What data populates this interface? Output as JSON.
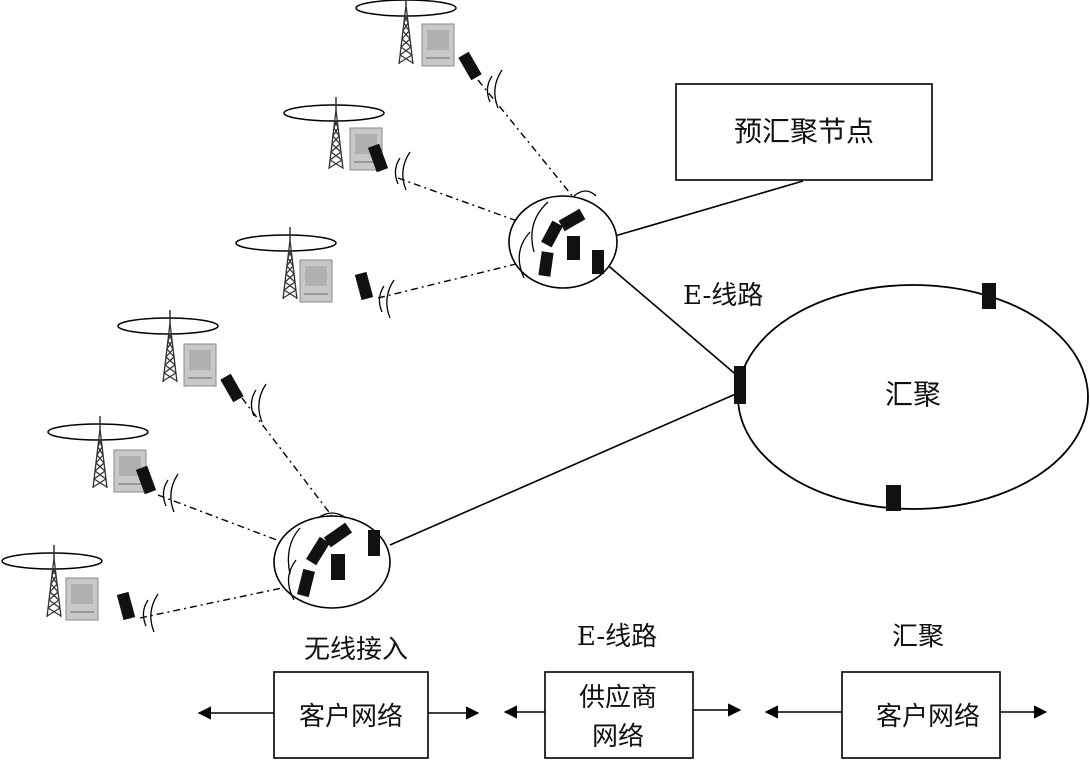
{
  "diagram": {
    "pre_aggregation_node_label": "预汇聚节点",
    "e_line_label": "E-线路",
    "aggregation_ring_label": "汇聚",
    "bottom_legend": {
      "wireless_access_heading": "无线接入",
      "e_line_heading": "E-线路",
      "aggregation_heading": "汇聚",
      "customer_network_left": "客户网络",
      "provider_network_line1": "供应商",
      "provider_network_line2": "网络",
      "customer_network_right": "客户网络"
    }
  },
  "colors": {
    "stroke": "#000000",
    "device_fill": "#111111",
    "building_fill": "#c8c8c8",
    "tower_fill": "#333333"
  }
}
